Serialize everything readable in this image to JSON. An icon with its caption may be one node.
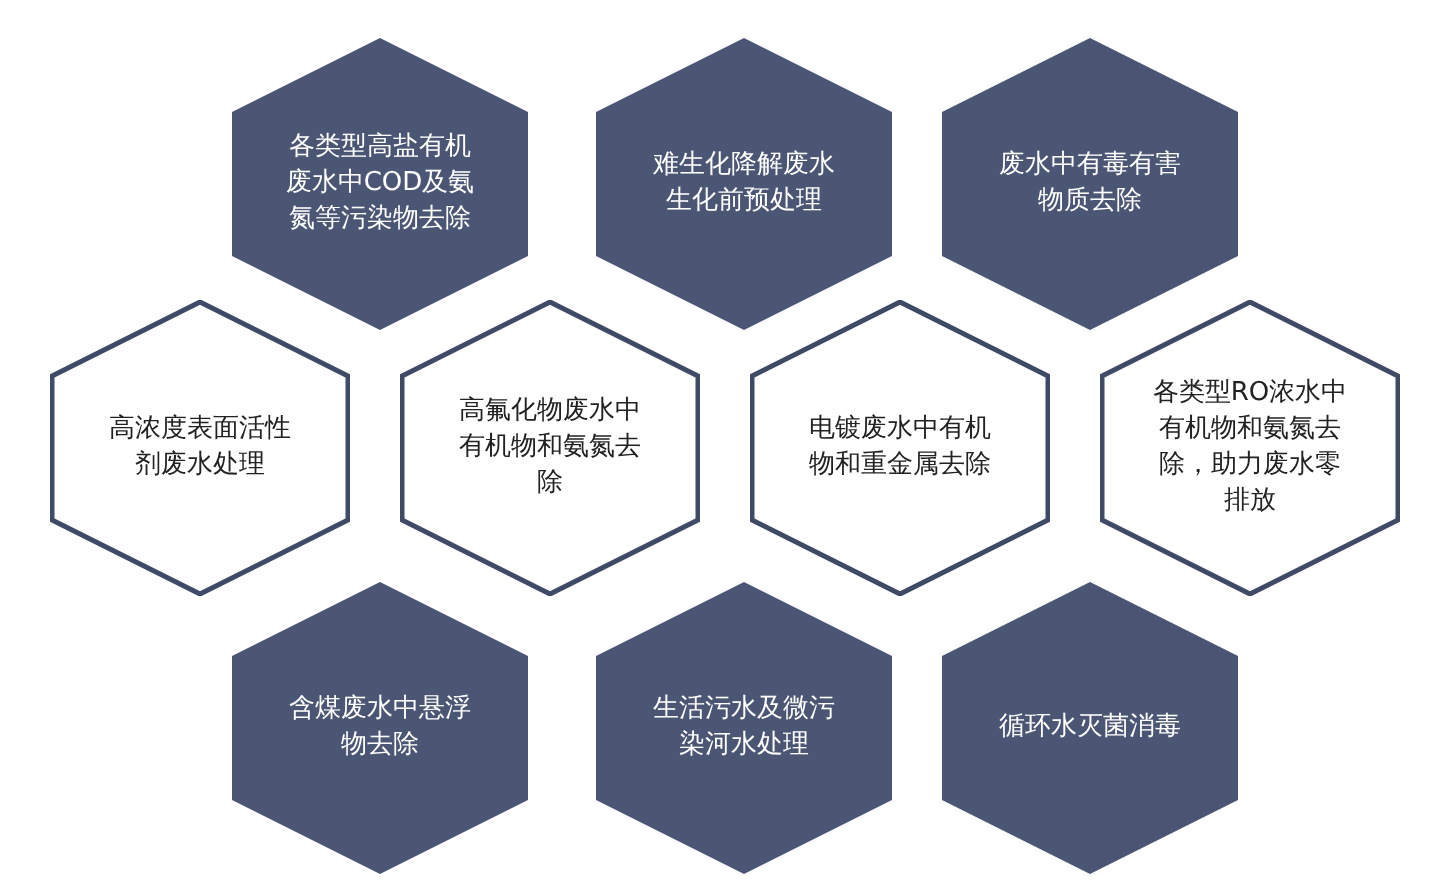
{
  "diagram": {
    "nodes": [
      {
        "text": [
          "各类型高盐有机废水中COD及氨氮等污染物去除"
        ]
      },
      {
        "text": [
          "难生化降解废水生化前预处理"
        ]
      },
      {
        "text": [
          "废水中有毒有害物质去除"
        ]
      },
      {
        "text": [
          "高浓度表面活性剂废水处理"
        ]
      },
      {
        "text": [
          "高氟化物废水中有机物和氨氮去除"
        ]
      },
      {
        "text": [
          "电镀废水中有机物和重金属去除"
        ]
      },
      {
        "text": [
          "各类型RO浓水中有机物和氨氮去除，助力废水零排放"
        ]
      },
      {
        "text": [
          "含煤废水中悬浮物去除"
        ]
      },
      {
        "text": [
          "生活污水及微污染河水处理"
        ]
      },
      {
        "text": [
          "循环水灭菌消毒"
        ]
      }
    ]
  }
}
